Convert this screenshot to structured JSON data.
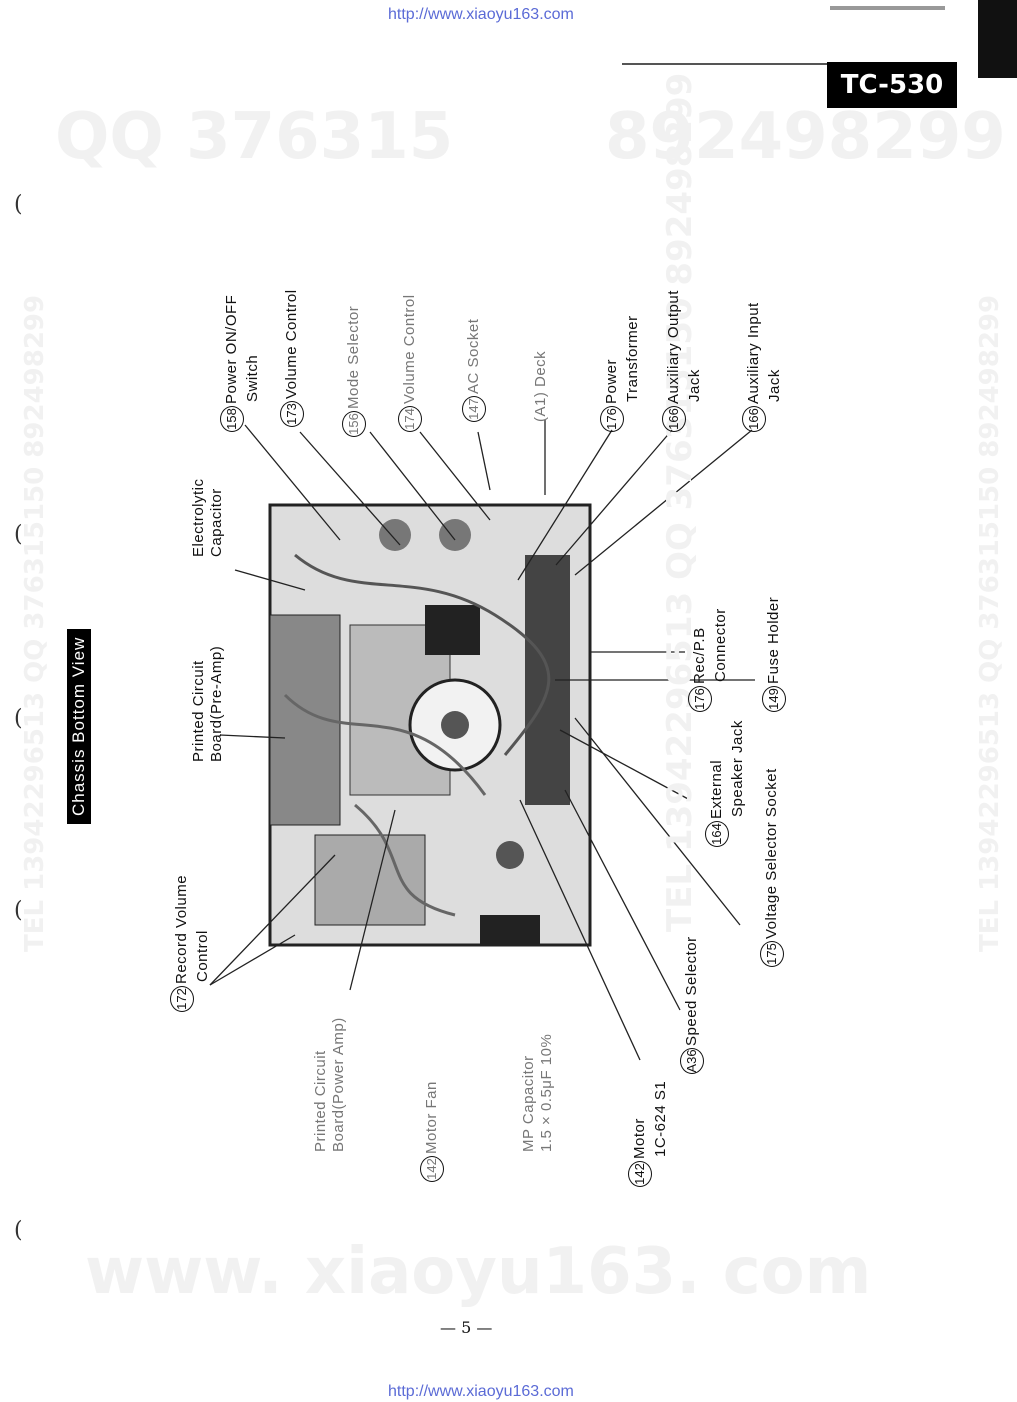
{
  "header": {
    "url_top": "http://www.xiaoyu163.com",
    "model_badge": "TC-530",
    "watermark_qq_left": "QQ 376315",
    "watermark_qq_right": "892498299"
  },
  "section_title": "Chassis Bottom View",
  "labels": {
    "l158_num": "158",
    "l158": "Power ON/OFF",
    "l158b": "Switch",
    "l173_num": "173",
    "l173": "Volume Control",
    "l156_num": "156",
    "l156": "Mode Selector",
    "l174_num": "174",
    "l174": "Volume Control",
    "l147_num": "147",
    "l147": "AC Socket",
    "la1": "(A1) Deck",
    "l176a_num": "176",
    "l176a": "Power",
    "l176ab": "Transformer",
    "l166a_num": "166",
    "l166a": "Auxiliary Output",
    "l166ab": "Jack",
    "l166b_num": "166",
    "l166b": "Auxiliary Input",
    "l166bb": "Jack",
    "elec": "Electrolytic",
    "elec_b": "Capacitor",
    "pcb_pre": "Printed Circuit",
    "pcb_pre_b": "Board(Pre-Amp)",
    "l176b_num": "176",
    "l176b": "Rec/P.B",
    "l176bb": "Connector",
    "l149_num": "149",
    "l149": "Fuse Holder",
    "l172_num": "172",
    "l172": "Record Volume",
    "l172b": "Control",
    "pcb_pow": "Printed Circuit",
    "pcb_pow_b": "Board(Power Amp)",
    "l142a_num": "142",
    "l142a": "Motor Fan",
    "mp": "MP Capacitor",
    "mp_b": "1.5 × 0.5μF  10%",
    "l142b_num": "142",
    "l142b": "Motor",
    "l142bb": "1C-624 S1",
    "la36_num": "A36",
    "la36": "Speed Selector",
    "l164_num": "164",
    "l164": "External",
    "l164b": "Speaker Jack",
    "l175_num": "175",
    "l175": "Voltage Selector Socket"
  },
  "side_watermarks": {
    "left": "TEL 13942296513 QQ 376315150 892498299",
    "right": "TEL 13942296513 QQ 376315150 892498299",
    "center": "TEL 13942296513 QQ 376315150 892498299"
  },
  "footer": {
    "page_number": "— 5 —",
    "watermark_bottom": "www. xiaoyu163. com",
    "url_bottom": "http://www.xiaoyu163.com"
  }
}
